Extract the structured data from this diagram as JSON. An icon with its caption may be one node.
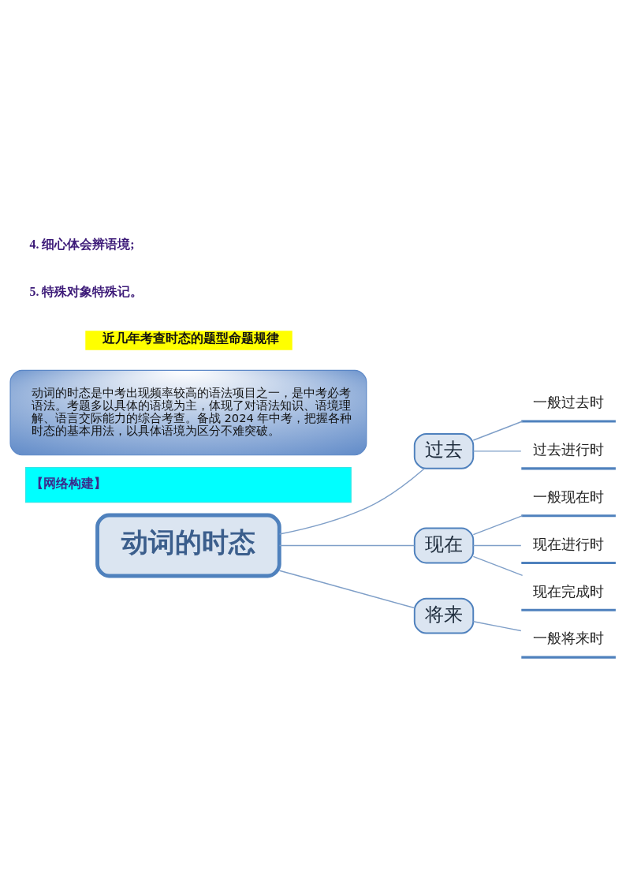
{
  "diagram": {
    "nodes": [
      {
        "text": [
          "动词的时态是中考出现频率较高的语法项目之一，是中考必考语法。考题多以具体的语境为主，体现了对语法知识、语境理解、语言交际能力的综合考查。备战 2024 年中考，把握各种时态的基本用法，以具体语境为区分不难突破。"
        ]
      },
      {
        "text": [
          "【网络构建】"
        ]
      },
      {
        "text": [
          "动词的时态"
        ]
      },
      {
        "text": [
          "过去"
        ]
      },
      {
        "text": [
          "一般过去时"
        ]
      },
      {
        "text": [
          "过去进行时"
        ]
      },
      {
        "text": [
          "现在"
        ]
      },
      {
        "text": [
          "一般现在时"
        ]
      },
      {
        "text": [
          "现在进行时"
        ]
      },
      {
        "text": [
          "现在完成时"
        ]
      },
      {
        "text": [
          "将来"
        ]
      },
      {
        "text": [
          "一般将来时"
        ]
      }
    ],
    "edges": [
      {
        "from": 2,
        "to": 3,
        "arrow": "none"
      },
      {
        "from": 2,
        "to": 6,
        "arrow": "none"
      },
      {
        "from": 2,
        "to": 10,
        "arrow": "none"
      },
      {
        "from": 3,
        "to": 4,
        "arrow": "none"
      },
      {
        "from": 3,
        "to": 5,
        "arrow": "none"
      },
      {
        "from": 6,
        "to": 7,
        "arrow": "none"
      },
      {
        "from": 6,
        "to": 8,
        "arrow": "none"
      },
      {
        "from": 6,
        "to": 9,
        "arrow": "none"
      },
      {
        "from": 10,
        "to": 11,
        "arrow": "none"
      }
    ],
    "labels": [
      "4. 细心体会辨语境;",
      "5. 特殊对象特殊记。",
      "近几年考查时态的题型命题规律"
    ]
  }
}
